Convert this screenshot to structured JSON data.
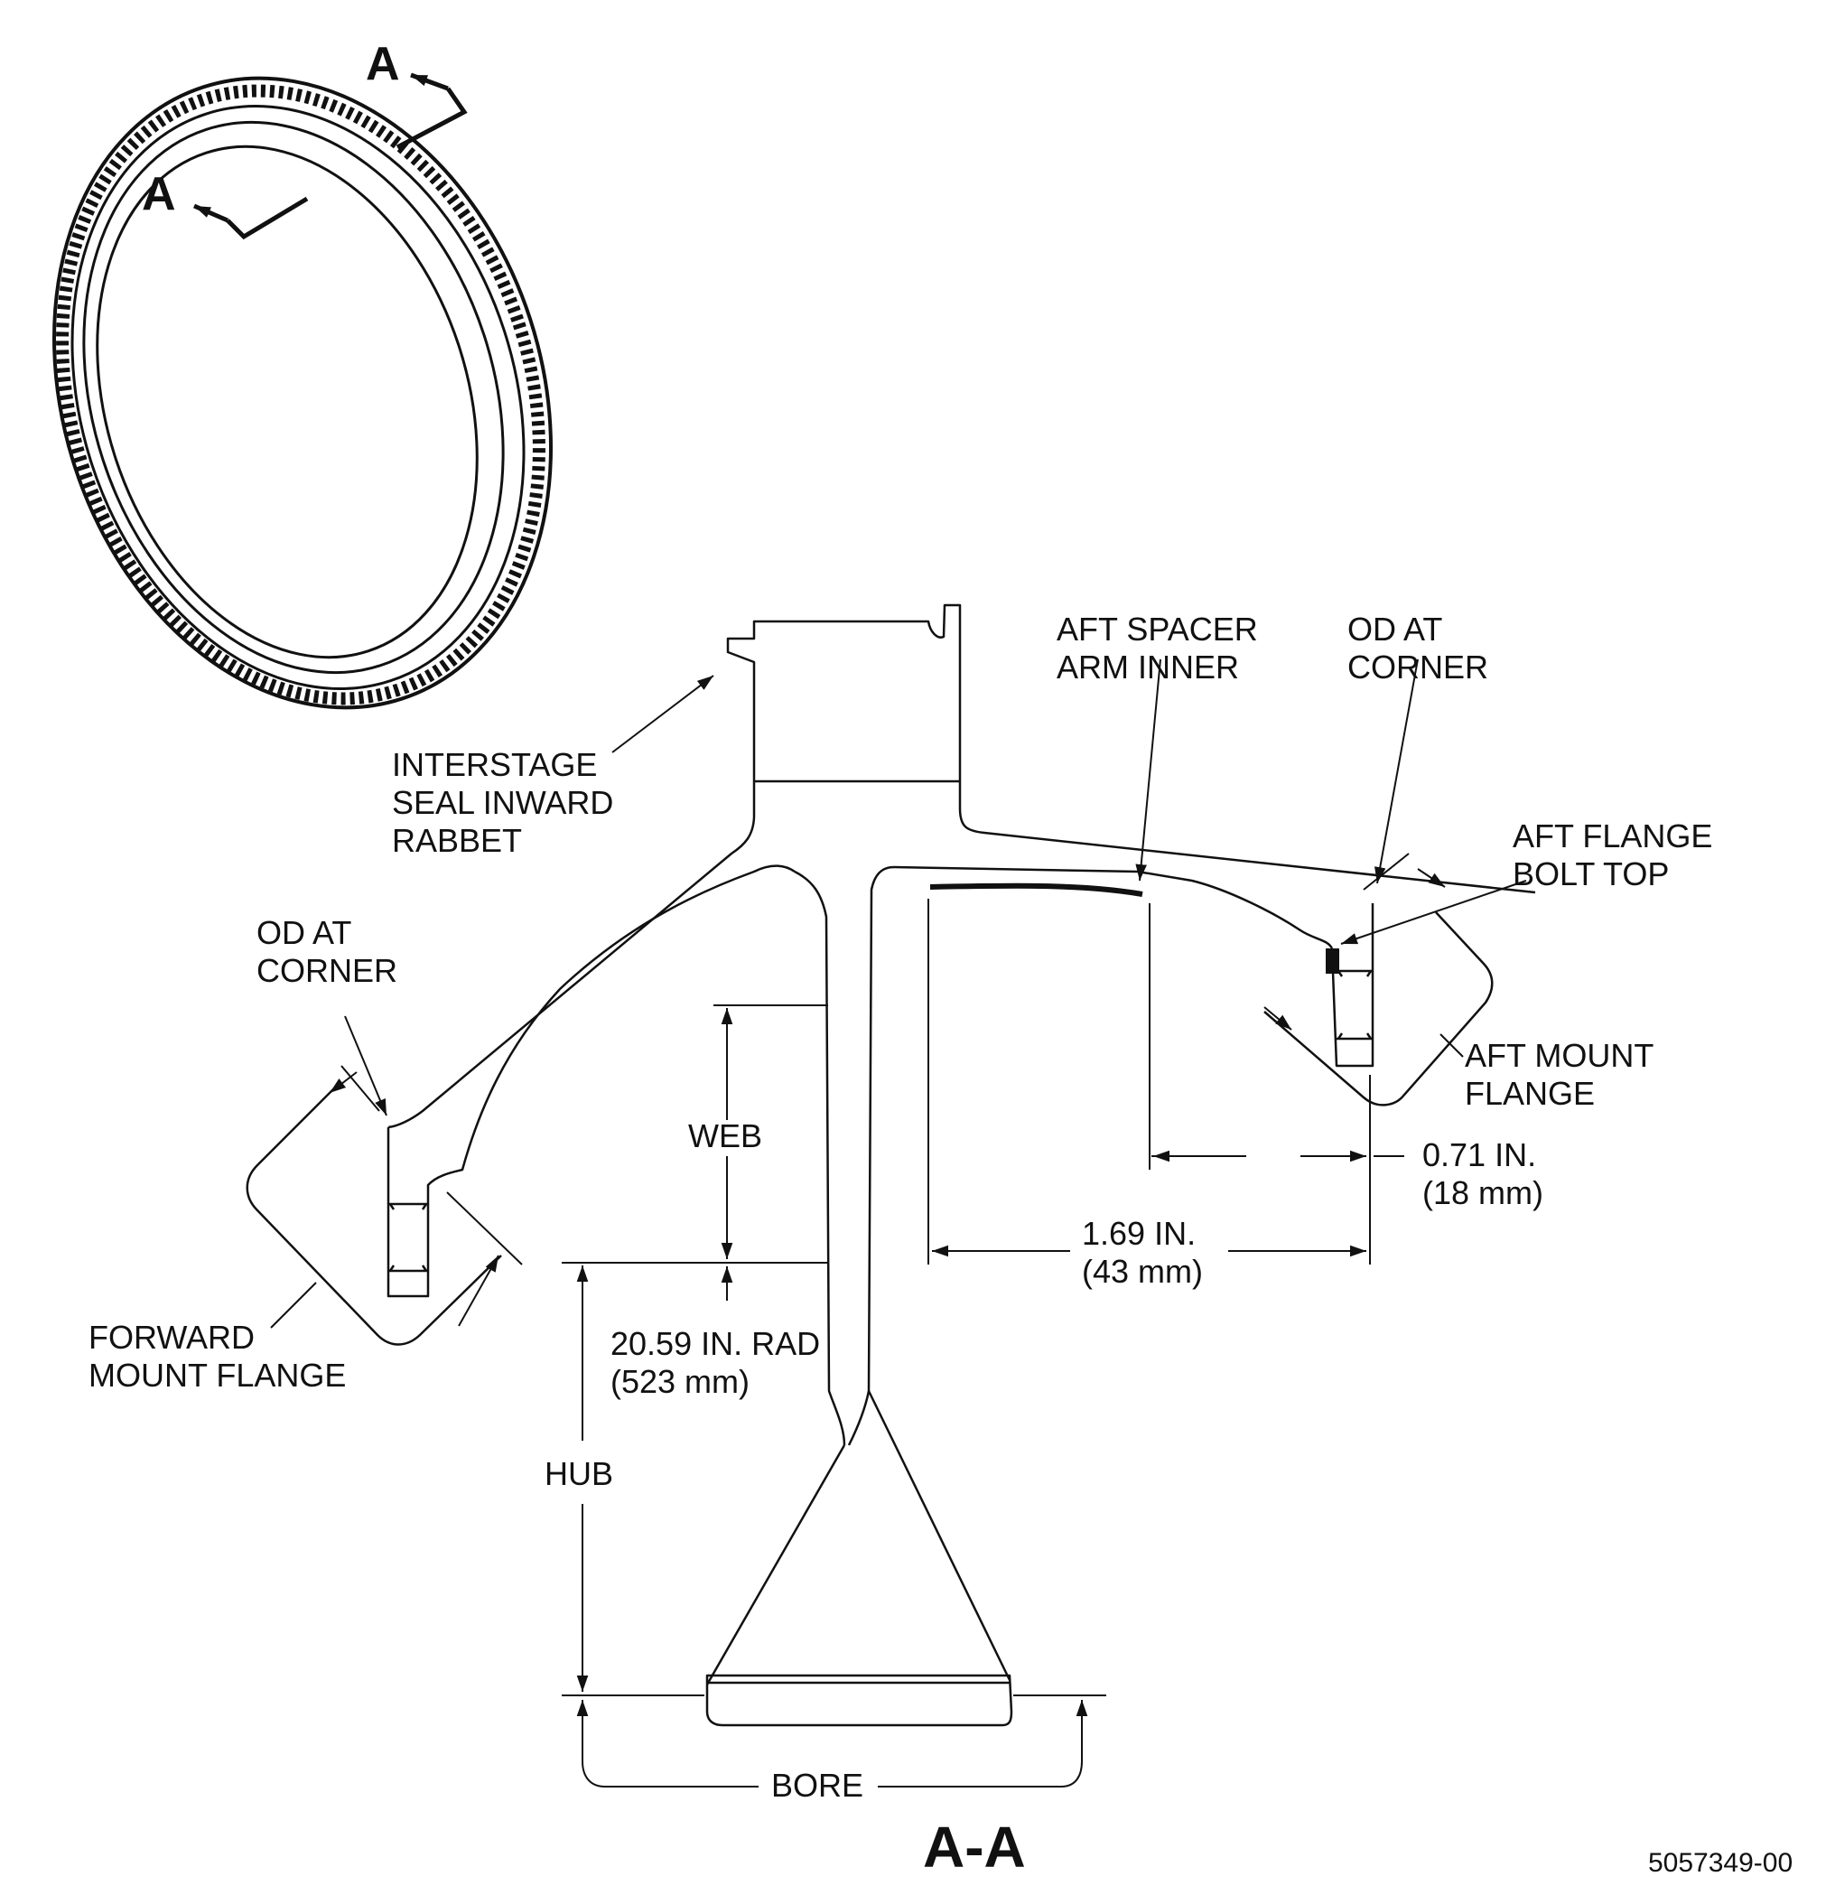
{
  "view_markers": {
    "upper": "A",
    "lower": "A"
  },
  "section_title": "A-A",
  "figure_number": "5057349-00",
  "labels": {
    "interstage_seal": [
      "INTERSTAGE",
      "SEAL INWARD",
      "RABBET"
    ],
    "aft_spacer_arm": [
      "AFT SPACER",
      "ARM INNER"
    ],
    "od_at_corner_aft": [
      "OD AT",
      "CORNER"
    ],
    "od_at_corner_fwd": [
      "OD AT",
      "CORNER"
    ],
    "aft_flange_bolt": [
      "AFT FLANGE",
      "BOLT TOP"
    ],
    "aft_mount_flange": [
      "AFT MOUNT",
      "FLANGE"
    ],
    "forward_mount_flange": [
      "FORWARD",
      "MOUNT FLANGE"
    ],
    "web": "WEB",
    "hub": "HUB",
    "bore": "BORE"
  },
  "dimensions": {
    "radius": [
      "20.59 IN. RAD",
      "(523 mm)"
    ],
    "aft_spacer_length": [
      "1.69 IN.",
      "(43 mm)"
    ],
    "aft_flange_offset": [
      "0.71 IN.",
      "(18 mm)"
    ]
  }
}
